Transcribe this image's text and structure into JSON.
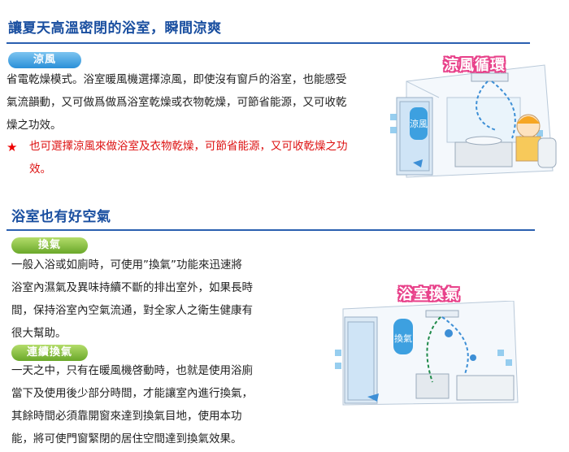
{
  "section1": {
    "title": "讓夏天高溫密閉的浴室，瞬間涼爽",
    "pill": "涼風",
    "lines": [
      "省電乾燥模式。浴室暖風機選擇涼風，即使沒有窗戶的浴室，也能感受",
      "氣流韻動，又可做爲做爲浴室乾燥或衣物乾燥，可節省能源，又可收乾",
      "燥之功效。"
    ],
    "note_lines": [
      "也可選擇涼風來做浴室及衣物乾燥，可節省能源，又可收乾燥之功",
      "效。"
    ],
    "illus_banner": "涼風循環",
    "illus_label": "涼風"
  },
  "section2": {
    "title": "浴室也有好空氣",
    "pill1": "換氣",
    "lines1": [
      "一般入浴或如廁時，可使用”換氣”功能來迅速將",
      "浴室內濕氣及異味持續不斷的排出室外，如果長時",
      "間，保持浴室內空氣流通，對全家人之衛生健康有",
      "很大幫助。"
    ],
    "pill2": "連續換氣",
    "lines2": [
      "一天之中，只有在暖風機啓動時，也就是使用浴廁",
      "當下及使用後少部分時間，才能讓室內進行換氣，",
      "其餘時間必須靠開窗來達到換氣目地，使用本功",
      "能，將可使門窗緊閉的居住空間達到換氣效果。"
    ],
    "illus_banner": "浴室換氣",
    "illus_label": "換氣"
  },
  "colors": {
    "heading": "#1a4fa0",
    "rule": "#2a5fb0",
    "note": "#dd1111",
    "pill_blue": "#2a8fd8",
    "pill_green": "#6aa82a",
    "banner": "#e8418a"
  }
}
